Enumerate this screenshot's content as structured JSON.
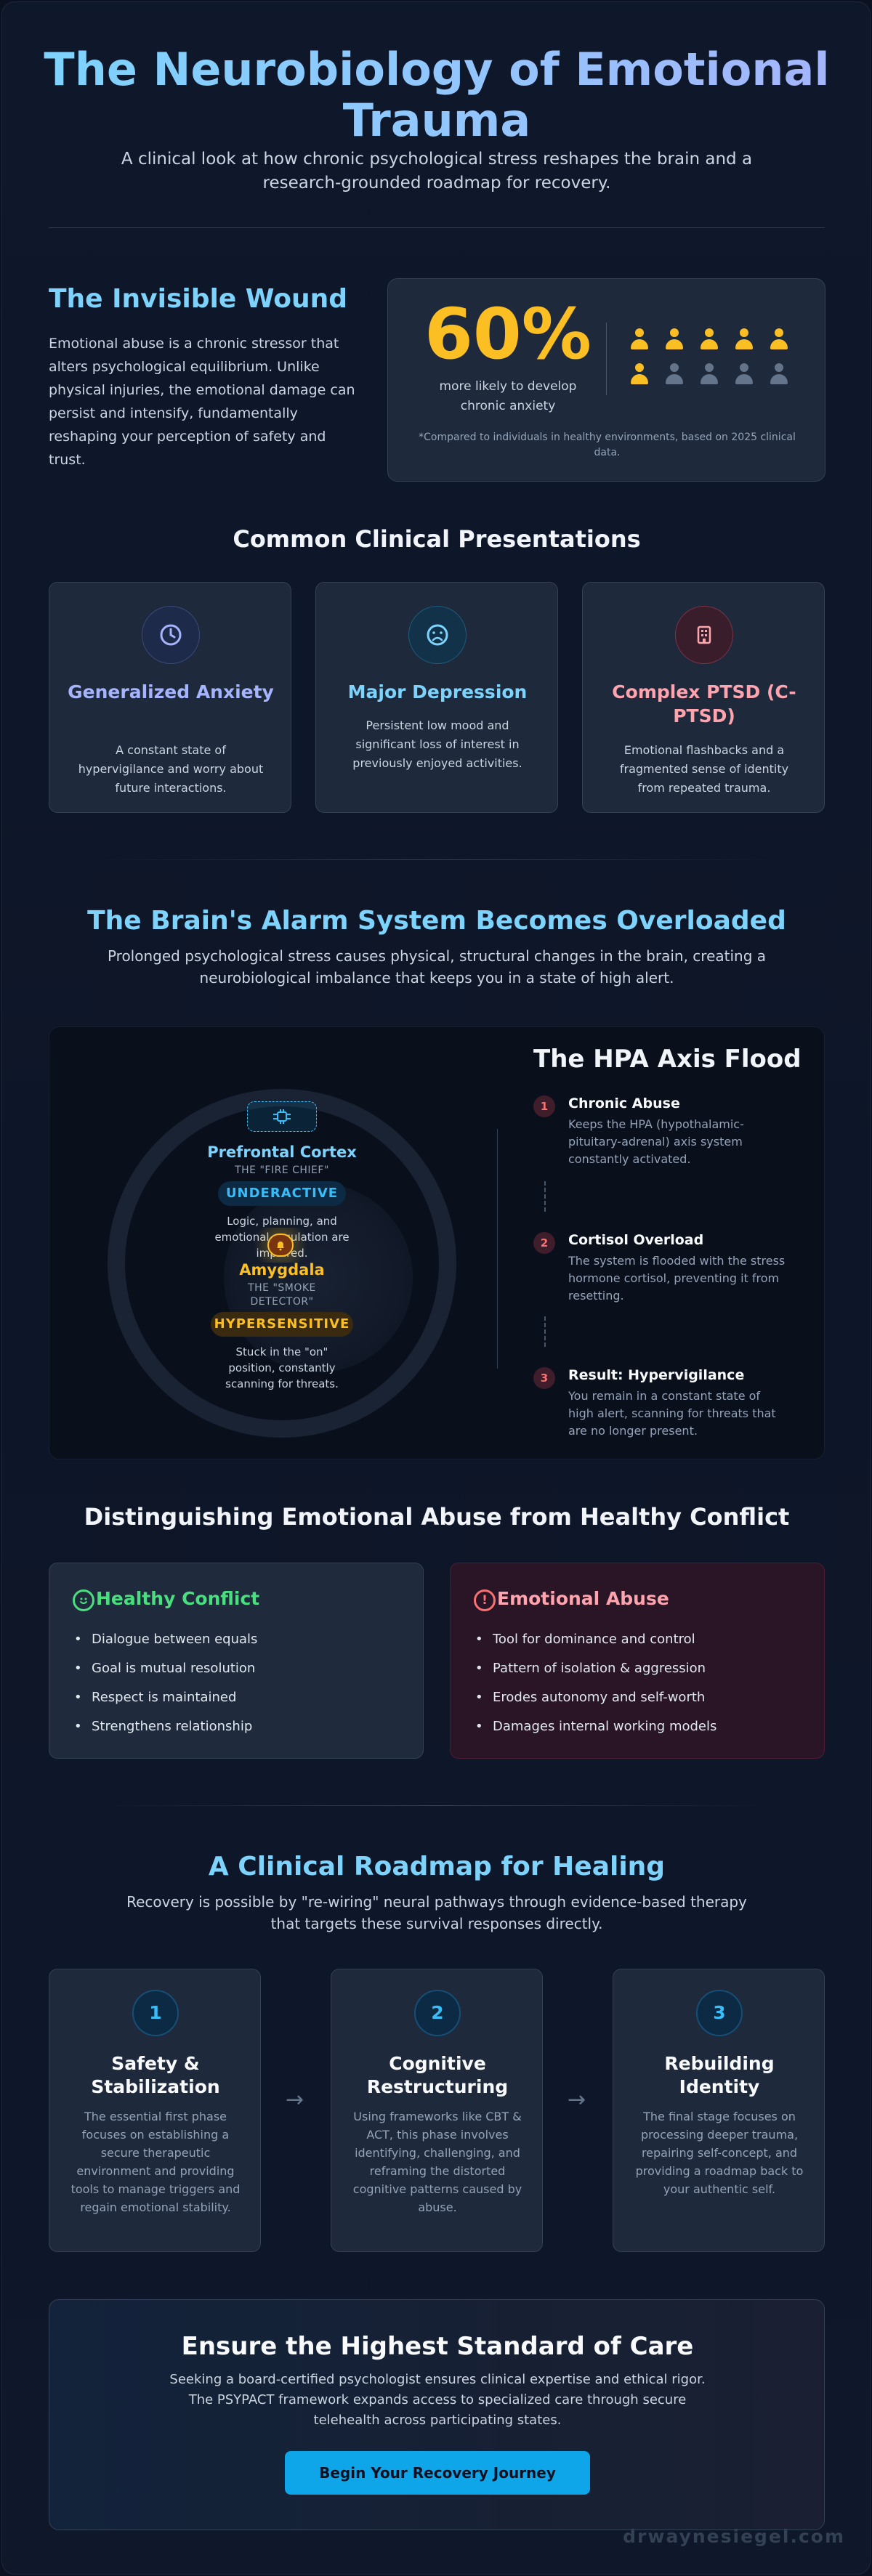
{
  "header": {
    "title": "The Neurobiology of Emotional Trauma",
    "subtitle": "A clinical look at how chronic psychological stress reshapes the brain and a research-grounded roadmap for recovery."
  },
  "wound": {
    "heading": "The Invisible Wound",
    "body": "Emotional abuse is a chronic stressor that alters psychological equilibrium. Unlike physical injuries, the emotional damage can persist and intensify, fundamentally reshaping your perception of safety and trust.",
    "stat": "60%",
    "stat_caption": "more likely to develop chronic anxiety",
    "footnote": "*Compared to individuals in healthy environments, based on 2025 clinical data.",
    "people_highlighted": 6,
    "people_total": 10
  },
  "presentations": {
    "heading": "Common Clinical Presentations",
    "cards": [
      {
        "title": "Generalized Anxiety",
        "desc": "A constant state of hypervigilance and worry about future interactions.",
        "icon": "clock-icon",
        "color": "#a5b4fc"
      },
      {
        "title": "Major Depression",
        "desc": "Persistent low mood and significant loss of interest in previously enjoyed activities.",
        "icon": "sad-face-icon",
        "color": "#7dd3fc"
      },
      {
        "title": "Complex PTSD (C-PTSD)",
        "desc": "Emotional flashbacks and a fragmented sense of identity from repeated trauma.",
        "icon": "building-icon",
        "color": "#fda4af"
      }
    ]
  },
  "alarm": {
    "heading": "The Brain's Alarm System Becomes Overloaded",
    "subtitle": "Prolonged psychological stress causes physical, structural changes in the brain, creating a neurobiological imbalance that keeps you in a state of high alert.",
    "pfc": {
      "name": "Prefrontal Cortex",
      "nickname": "THE \"FIRE CHIEF\"",
      "status": "UNDERACTIVE",
      "desc": "Logic, planning, and emotional regulation are impaired."
    },
    "amygdala": {
      "name": "Amygdala",
      "nickname": "THE \"SMOKE DETECTOR\"",
      "status": "HYPERSENSITIVE",
      "desc": "Stuck in the \"on\" position, constantly scanning for threats."
    },
    "hpa_heading": "The HPA Axis Flood",
    "steps": [
      {
        "num": "1",
        "title": "Chronic Abuse",
        "desc": "Keeps the HPA (hypothalamic-pituitary-adrenal) axis system constantly activated."
      },
      {
        "num": "2",
        "title": "Cortisol Overload",
        "desc": "The system is flooded with the stress hormone cortisol, preventing it from resetting."
      },
      {
        "num": "3",
        "title": "Result: Hypervigilance",
        "desc": "You remain in a constant state of high alert, scanning for threats that are no longer present."
      }
    ]
  },
  "compare": {
    "heading": "Distinguishing Emotional Abuse from Healthy Conflict",
    "healthy": {
      "title": "Healthy Conflict",
      "items": [
        "Dialogue between equals",
        "Goal is mutual resolution",
        "Respect is maintained",
        "Strengthens relationship"
      ]
    },
    "abuse": {
      "title": "Emotional Abuse",
      "items": [
        "Tool for dominance and control",
        "Pattern of isolation & aggression",
        "Erodes autonomy and self-worth",
        "Damages internal working models"
      ]
    }
  },
  "roadmap": {
    "heading": "A Clinical Roadmap for Healing",
    "subtitle": "Recovery is possible by \"re-wiring\" neural pathways through evidence-based therapy that targets these survival responses directly.",
    "steps": [
      {
        "num": "1",
        "title": "Safety & Stabilization",
        "desc": "The essential first phase focuses on establishing a secure therapeutic environment and providing tools to manage triggers and regain emotional stability."
      },
      {
        "num": "2",
        "title": "Cognitive Restructuring",
        "desc": "Using frameworks like CBT & ACT, this phase involves identifying, challenging, and reframing the distorted cognitive patterns caused by abuse."
      },
      {
        "num": "3",
        "title": "Rebuilding Identity",
        "desc": "The final stage focuses on processing deeper trauma, repairing self-concept, and providing a roadmap back to your authentic self."
      }
    ],
    "arrow": "→"
  },
  "cta": {
    "heading": "Ensure the Highest Standard of Care",
    "body": "Seeking a board-certified psychologist ensures clinical expertise and ethical rigor. The PSYPACT framework expands access to specialized care through secure telehealth across participating states.",
    "button": "Begin Your Recovery Journey"
  },
  "watermark": "drwaynesiegel.com"
}
